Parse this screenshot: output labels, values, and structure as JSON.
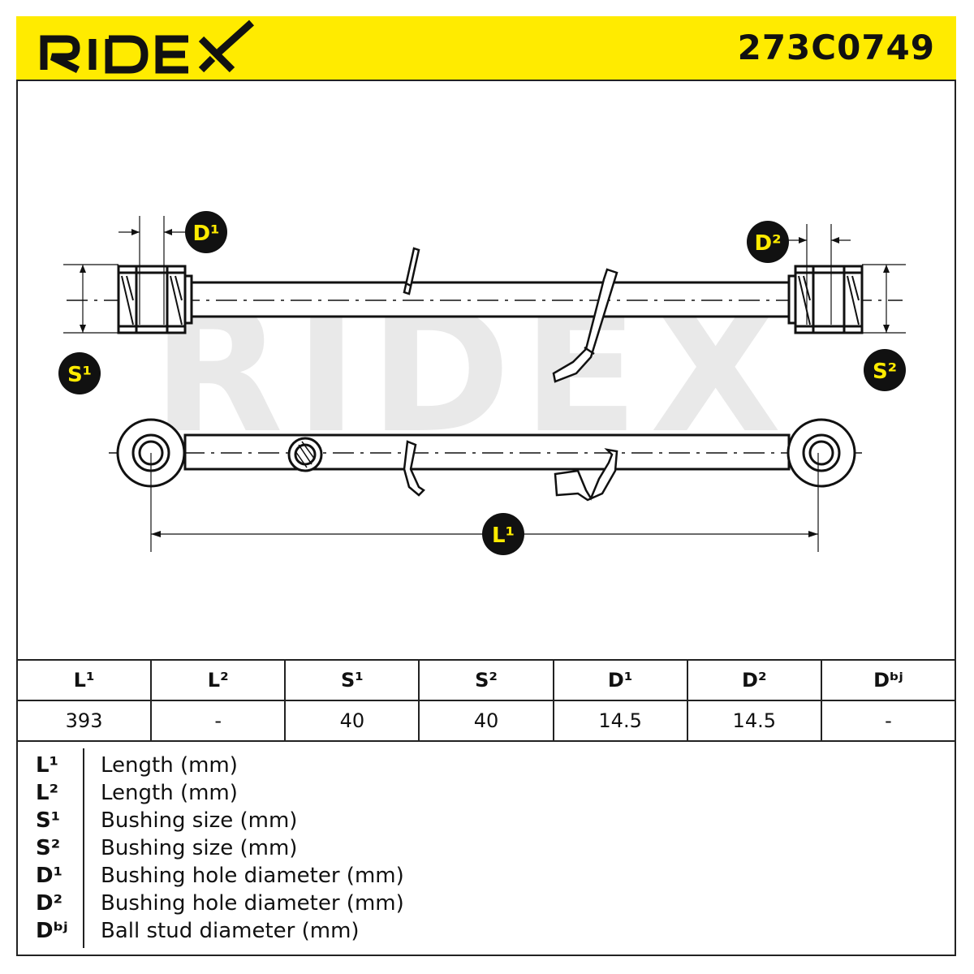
{
  "header": {
    "brand": "RIDEX",
    "part_number": "273C0749"
  },
  "diagram": {
    "watermark": "RIDEX",
    "labels": {
      "d1": "D¹",
      "d2": "D²",
      "s1": "S¹",
      "s2": "S²",
      "l1": "L¹"
    },
    "colors": {
      "accent": "#ffeb00",
      "line": "#222222",
      "watermark": "#e6e6e6"
    }
  },
  "specs": {
    "headers": [
      "L¹",
      "L²",
      "S¹",
      "S²",
      "D¹",
      "D²",
      "Dᵇʲ"
    ],
    "values": [
      "393",
      "-",
      "40",
      "40",
      "14.5",
      "14.5",
      "-"
    ]
  },
  "legend": [
    {
      "code": "L¹",
      "desc": "Length (mm)"
    },
    {
      "code": "L²",
      "desc": "Length (mm)"
    },
    {
      "code": "S¹",
      "desc": "Bushing size (mm)"
    },
    {
      "code": "S²",
      "desc": "Bushing size (mm)"
    },
    {
      "code": "D¹",
      "desc": "Bushing hole diameter (mm)"
    },
    {
      "code": "D²",
      "desc": "Bushing hole diameter (mm)"
    },
    {
      "code": "Dᵇʲ",
      "desc": "Ball stud diameter (mm)"
    }
  ]
}
